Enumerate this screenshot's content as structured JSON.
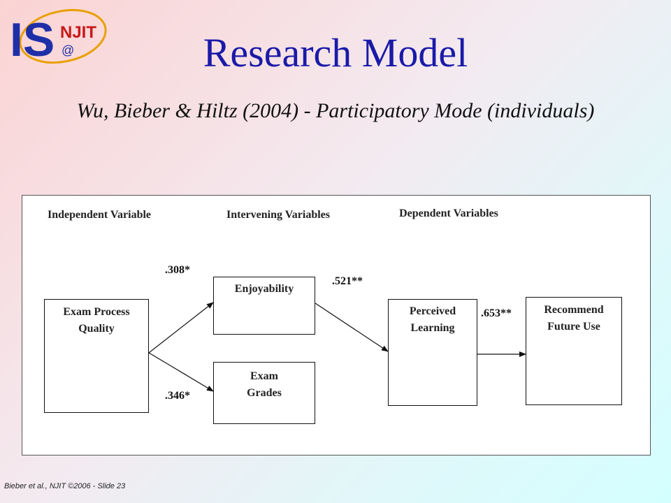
{
  "logo": {
    "text_is": "IS",
    "text_njit": "NJIT",
    "text_at": "@"
  },
  "slide": {
    "title": "Research Model",
    "subtitle": "Wu, Bieber & Hiltz (2004) - Participatory Mode (individuals)"
  },
  "diagram": {
    "headers": {
      "independent": "Independent Variable",
      "intervening": "Intervening Variables",
      "dependent": "Dependent Variables"
    },
    "boxes": {
      "exam_process_quality": "Exam Process Quality",
      "enjoyability": "Enjoyability",
      "exam_grades": "Exam Grades",
      "perceived_learning": "Perceived Learning",
      "recommend_future_use": "Recommend Future Use"
    },
    "coefficients": {
      "epq_to_enjoyability": ".308*",
      "epq_to_exam_grades": ".346*",
      "enjoyability_to_perceived_learning": ".521**",
      "perceived_learning_to_recommend": ".653**"
    }
  },
  "footer": {
    "text": "Bieber et al., NJIT ©2006 - Slide 23"
  }
}
